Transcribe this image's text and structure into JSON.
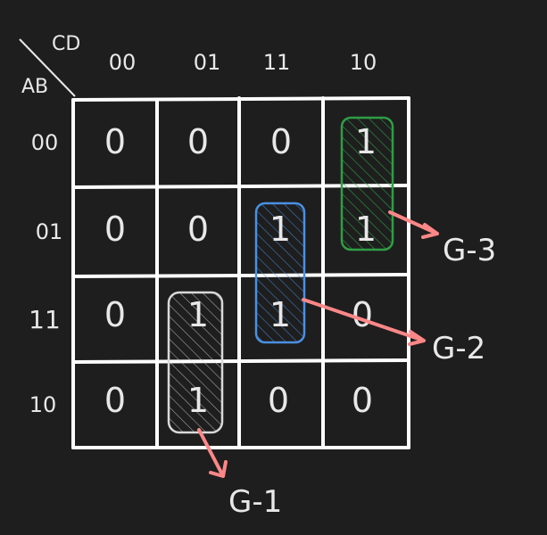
{
  "axes": {
    "column_variables": "CD",
    "row_variables": "AB",
    "column_labels": [
      "00",
      "01",
      "11",
      "10"
    ],
    "row_labels": [
      "00",
      "01",
      "11",
      "10"
    ]
  },
  "cells": [
    [
      "0",
      "0",
      "0",
      "1"
    ],
    [
      "0",
      "0",
      "1",
      "1"
    ],
    [
      "0",
      "1",
      "1",
      "0"
    ],
    [
      "0",
      "1",
      "0",
      "0"
    ]
  ],
  "groups": [
    {
      "label": "G-1",
      "color": "#d9d9d9",
      "cells": [
        [
          2,
          1
        ],
        [
          3,
          1
        ]
      ]
    },
    {
      "label": "G-2",
      "color": "#4a90e2",
      "cells": [
        [
          1,
          2
        ],
        [
          2,
          2
        ]
      ]
    },
    {
      "label": "G-3",
      "color": "#2f9e44",
      "cells": [
        [
          0,
          3
        ],
        [
          1,
          3
        ]
      ]
    }
  ],
  "colors": {
    "background": "#1e1e1e",
    "grid": "#ffffff",
    "text": "#e8e8e8",
    "arrow": "#ff8787"
  }
}
